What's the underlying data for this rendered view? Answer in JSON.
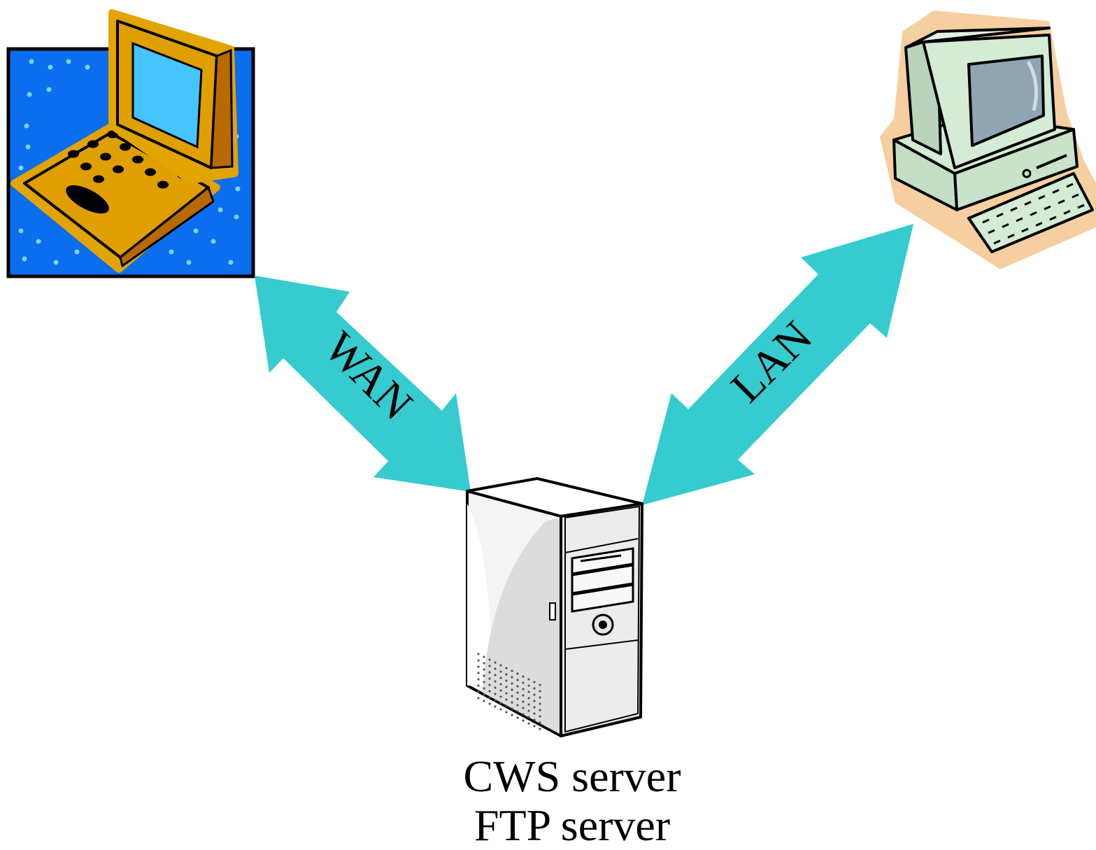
{
  "links": [
    {
      "label": "WAN"
    },
    {
      "label": "LAN"
    }
  ],
  "server": {
    "caption_lines": [
      "CWS server",
      "FTP server"
    ]
  },
  "colors": {
    "arrow": "#36CBCE",
    "laptop_body": "#E2A400",
    "laptop_background": "#0A6EEE",
    "laptop_screen": "#45C4FF",
    "desktop_body": "#D4EBD6",
    "desktop_halo": "#F5CFA0",
    "desktop_screen": "#8FA6B2"
  },
  "icons": [
    "laptop-icon",
    "desktop-computer-icon",
    "server-tower-icon"
  ]
}
